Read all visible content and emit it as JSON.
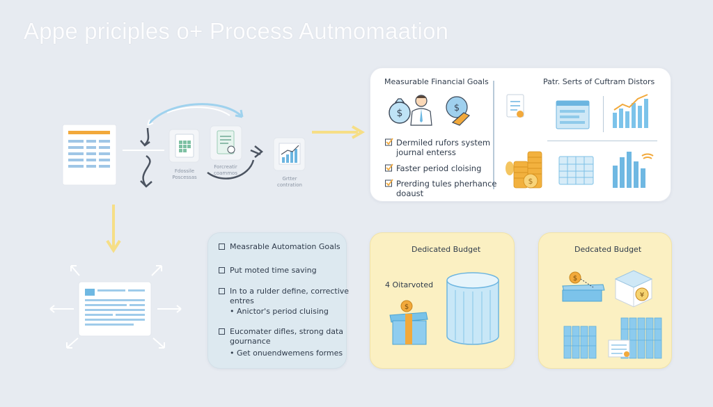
{
  "title": "Appe priciples o+ Process Autmomaation",
  "flow": {
    "label_1": "Fdossile",
    "label_1b": "Poscessas",
    "label_2": "Forcreatir",
    "label_2b": "coammos",
    "label_3": "Grtter",
    "label_3b": "contration"
  },
  "goals_card": {
    "heading_left": "Measurable Financial Goals",
    "heading_right": "Patr. Serts of Cuftram Distors",
    "items": [
      {
        "line1": "Dermiled rufors system",
        "line2": "journal enterss"
      },
      {
        "line1": "Faster period cloising",
        "line2": ""
      },
      {
        "line1": "Prerding tules pherhance",
        "line2": "doaust"
      }
    ]
  },
  "automation_card": {
    "items": [
      {
        "type": "box",
        "line1": "Measrable Automation Goals",
        "line2": ""
      },
      {
        "type": "box",
        "line1": "Put moted time saving",
        "line2": ""
      },
      {
        "type": "box",
        "line1": "In to a rulder define, corrective",
        "line2": "entres"
      },
      {
        "type": "bullet",
        "line1": "Anictor's period cluising",
        "line2": ""
      },
      {
        "type": "box",
        "line1": "Eucomater difles, strong data",
        "line2": "gournance"
      },
      {
        "type": "bullet",
        "line1": "Get onuendwemens formes",
        "line2": ""
      }
    ]
  },
  "budget_card_1": {
    "title": "Dedicated Budget",
    "label": "4 Oitarvoted"
  },
  "budget_card_2": {
    "title": "Dedcated Budget"
  },
  "colors": {
    "accent_orange": "#f2a93b",
    "accent_blue": "#6cc1e4",
    "arrow_yellow": "#f6de86",
    "background": "#e7ebf1"
  },
  "icons": [
    "spreadsheet-icon",
    "document-icon",
    "chart-icon",
    "money-bag-icon",
    "person-icon",
    "coin-stack-icon",
    "bar-chart-icon",
    "calendar-icon",
    "gift-box-icon",
    "cylinder-icon",
    "cube-icon",
    "pie-icon"
  ]
}
